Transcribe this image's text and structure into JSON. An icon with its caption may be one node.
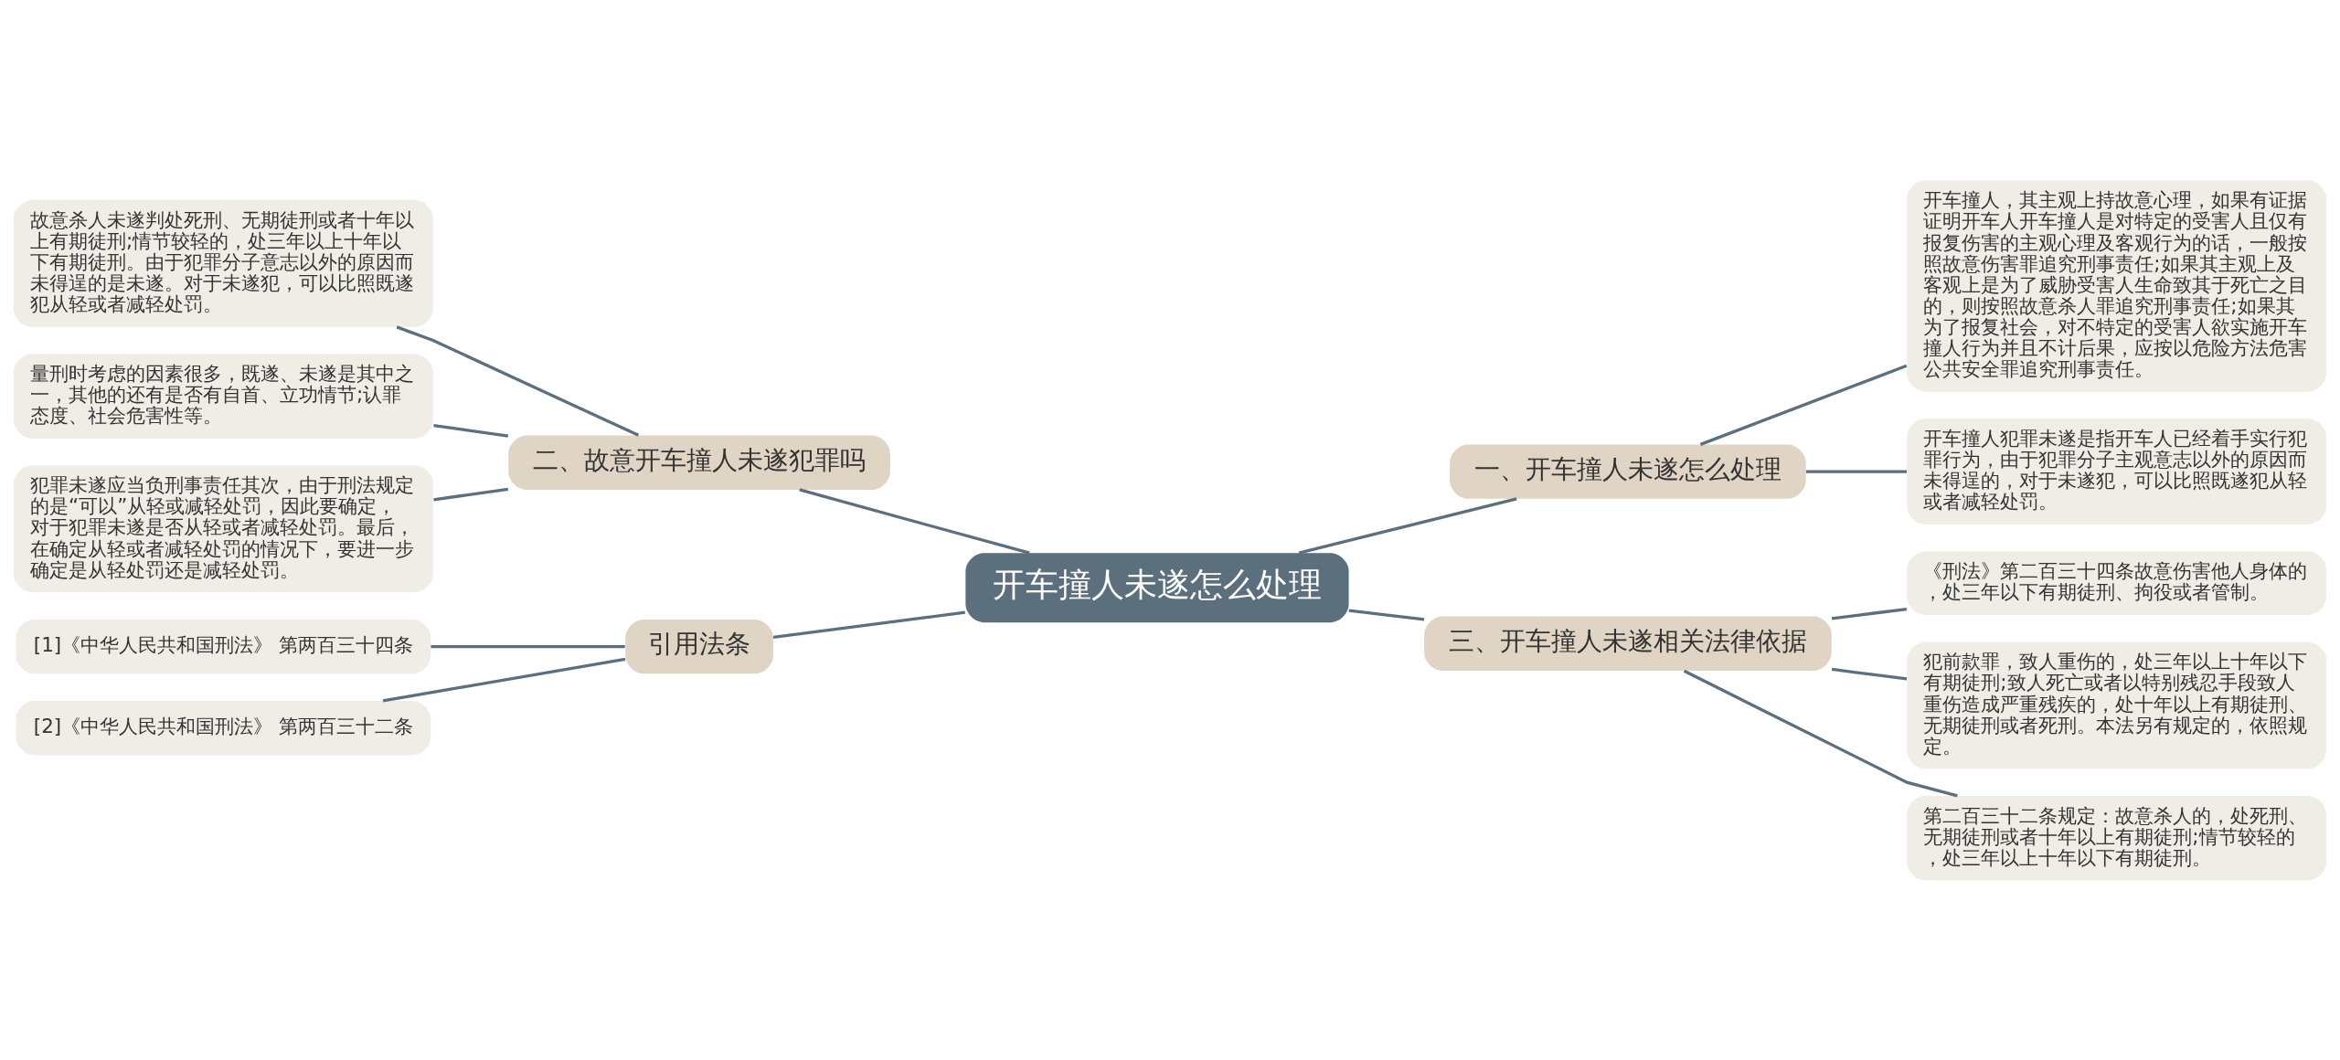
{
  "diagram": {
    "nodes": [
      {
        "text": [
          "开车撞人未遂怎么处理"
        ]
      },
      {
        "text": [
          "一、开车撞人未遂怎么处理"
        ]
      },
      {
        "text": [
          "开车撞人，其主观上持故意心理，如果有证据证明开车人开车撞人是对特定的受害人且仅有报复伤害的主观心理及客观行为的话，一般按照故意伤害罪追究刑事责任;如果其主观上及客观上是为了威胁受害人生命致其于死亡之目的，则按照故意杀人罪追究刑事责任;如果其为了报复社会，对不特定的受害人欲实施开车撞人行为并且不计后果，应按以危险方法危害公共安全罪追究刑事责任。"
        ]
      },
      {
        "text": [
          "开车撞人犯罪未遂是指开车人已经着手实行犯罪行为，由于犯罪分子主观意志以外的原因而未得逞的，对于未遂犯，可以比照既遂犯从轻或者减轻处罚。"
        ]
      },
      {
        "text": [
          "二、故意开车撞人未遂犯罪吗"
        ]
      },
      {
        "text": [
          "故意杀人未遂判处死刑、无期徒刑或者十年以上有期徒刑;情节较轻的，处三年以上十年以下有期徒刑。由于犯罪分子意志以外的原因而未得逞的是未遂。对于未遂犯，可以比照既遂犯从轻或者减轻处罚。"
        ]
      },
      {
        "text": [
          "量刑时考虑的因素很多，既遂、未遂是其中之一，其他的还有是否有自首、立功情节;认罪态度、社会危害性等。"
        ]
      },
      {
        "text": [
          "犯罪未遂应当负刑事责任其次，由于刑法规定的是“可以”从轻或减轻处罚，因此要确定，对于犯罪未遂是否从轻或者减轻处罚。最后，在确定从轻或者减轻处罚的情况下，要进一步确定是从轻处罚还是减轻处罚。"
        ]
      },
      {
        "text": [
          "三、开车撞人未遂相关法律依据"
        ]
      },
      {
        "text": [
          "《刑法》第二百三十四条故意伤害他人身体的，处三年以下有期徒刑、拘役或者管制。"
        ]
      },
      {
        "text": [
          "犯前款罪，致人重伤的，处三年以上十年以下有期徒刑;致人死亡或者以特别残忍手段致人重伤造成严重残疾的，处十年以上有期徒刑、无期徒刑或者死刑。本法另有规定的，依照规定。"
        ]
      },
      {
        "text": [
          "第二百三十二条规定：故意杀人的，处死刑、无期徒刑或者十年以上有期徒刑;情节较轻的，处三年以上十年以下有期徒刑。"
        ]
      },
      {
        "text": [
          "引用法条"
        ]
      },
      {
        "text": [
          "[1]《中华人民共和国刑法》 第两百三十四条"
        ]
      },
      {
        "text": [
          "[2]《中华人民共和国刑法》 第两百三十二条"
        ]
      }
    ],
    "edges": [
      {
        "from": 0,
        "to": 1,
        "arrow": "none"
      },
      {
        "from": 1,
        "to": 2,
        "arrow": "none"
      },
      {
        "from": 1,
        "to": 3,
        "arrow": "none"
      },
      {
        "from": 0,
        "to": 4,
        "arrow": "none"
      },
      {
        "from": 4,
        "to": 5,
        "arrow": "none"
      },
      {
        "from": 4,
        "to": 6,
        "arrow": "none"
      },
      {
        "from": 4,
        "to": 7,
        "arrow": "none"
      },
      {
        "from": 0,
        "to": 8,
        "arrow": "none"
      },
      {
        "from": 8,
        "to": 9,
        "arrow": "none"
      },
      {
        "from": 8,
        "to": 10,
        "arrow": "none"
      },
      {
        "from": 8,
        "to": 11,
        "arrow": "none"
      },
      {
        "from": 0,
        "to": 12,
        "arrow": "none"
      },
      {
        "from": 12,
        "to": 13,
        "arrow": "none"
      },
      {
        "from": 12,
        "to": 14,
        "arrow": "none"
      }
    ]
  }
}
